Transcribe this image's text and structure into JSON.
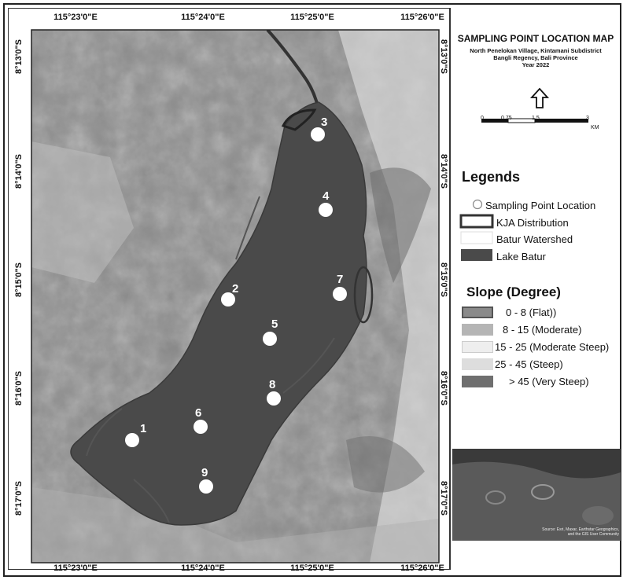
{
  "map": {
    "title": "SAMPLING POINT LOCATION MAP",
    "subtitle_lines": [
      "North Penelokan Village, Kintamani Subdistrict",
      "Bangli Regency, Bali Province",
      "Year 2022"
    ],
    "grid_lon_labels": [
      "115°23'0\"E",
      "115°24'0\"E",
      "115°25'0\"E",
      "115°26'0\"E"
    ],
    "grid_lat_labels": [
      "8°13'0\"S",
      "8°14'0\"S",
      "8°15'0\"S",
      "8°16'0\"S",
      "8°17'0\"S"
    ],
    "sampling_points": [
      "1",
      "2",
      "3",
      "4",
      "5",
      "6",
      "7",
      "8",
      "9"
    ]
  },
  "scale": {
    "labels": [
      "0",
      "0.75",
      "1.5",
      "3"
    ],
    "unit": "KM"
  },
  "legend": {
    "heading": "Legends",
    "items": [
      {
        "label": "Sampling Point Location",
        "symbol": "circle"
      },
      {
        "label": "KJA Distribution",
        "symbol": "outline"
      },
      {
        "label": "Batur Watershed",
        "color": "#ffffff"
      },
      {
        "label": "Lake Batur",
        "color": "#4a4a4a"
      }
    ]
  },
  "slope": {
    "heading": "Slope (Degree)",
    "classes": [
      {
        "label": "0 - 8 (Flat))",
        "color": "#8a8a8a"
      },
      {
        "label": "8 - 15 (Moderate)",
        "color": "#b5b5b5"
      },
      {
        "label": "15 - 25 (Moderate Steep)",
        "color": "#eeeeee"
      },
      {
        "label": "25 - 45 (Steep)",
        "color": "#dddddd"
      },
      {
        "label": "> 45 (Very Steep)",
        "color": "#6f6f6f"
      }
    ]
  },
  "inset": {
    "credit_lines": [
      "Source: Esri, Maxar, Earthstar Geographics,",
      "and the GIS User Community"
    ]
  },
  "colors": {
    "lake": "#4a4a4a",
    "terrain": "#8c8c8c",
    "point": "#ffffff"
  }
}
